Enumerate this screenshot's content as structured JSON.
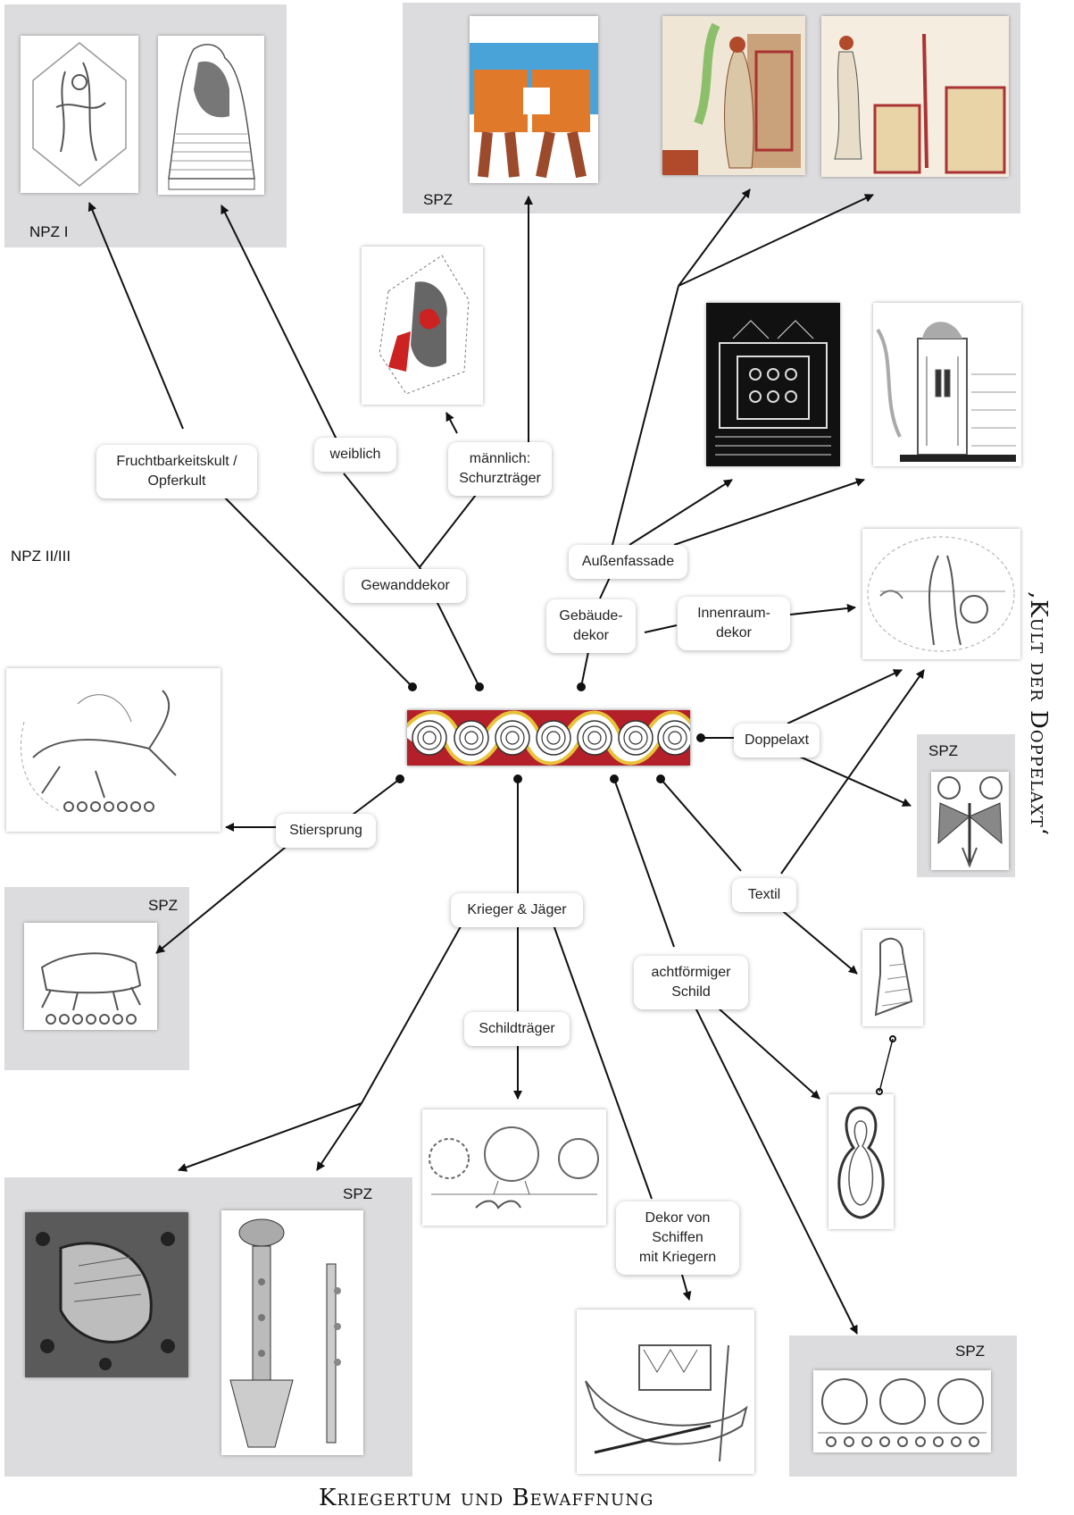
{
  "labels": {
    "fruchtbarkeit": "Fruchtbarkeitskult /\nOpferkult",
    "weiblich": "weiblich",
    "maennlich": "männlich:\nSchurzträger",
    "gewanddekor": "Gewanddekor",
    "aussenfassade": "Außenfassade",
    "gebaeude": "Gebäude-\ndekor",
    "innenraum": "Innenraum-\ndekor",
    "doppelaxt": "Doppelaxt",
    "stiersprung": "Stiersprung",
    "krieger": "Krieger & Jäger",
    "schildtraeger": "Schildträger",
    "achtfoermig": "achtförmiger\nSchild",
    "textil": "Textil",
    "schiffe": "Dekor von\nSchiffen\nmit Kriegern"
  },
  "panels": {
    "npz1": "NPZ I",
    "spz_top": "SPZ",
    "npz23": "NPZ II/III",
    "spz_doppelaxt": "SPZ",
    "spz_bull": "SPZ",
    "spz_bottom_left": "SPZ",
    "spz_bottom_right": "SPZ"
  },
  "side_titles": {
    "right": "‚Kult der Doppelaxt‘",
    "bottom": "Kriegertum und Bewaffnung"
  },
  "colors": {
    "panel_gray": "#dcdcde",
    "band_red": "#b3202a",
    "band_yellow": "#e8c23a",
    "fresco_blue": "#4aa3d8",
    "fresco_orange": "#e07a2a",
    "fresco_brown": "#9b4a2c"
  }
}
